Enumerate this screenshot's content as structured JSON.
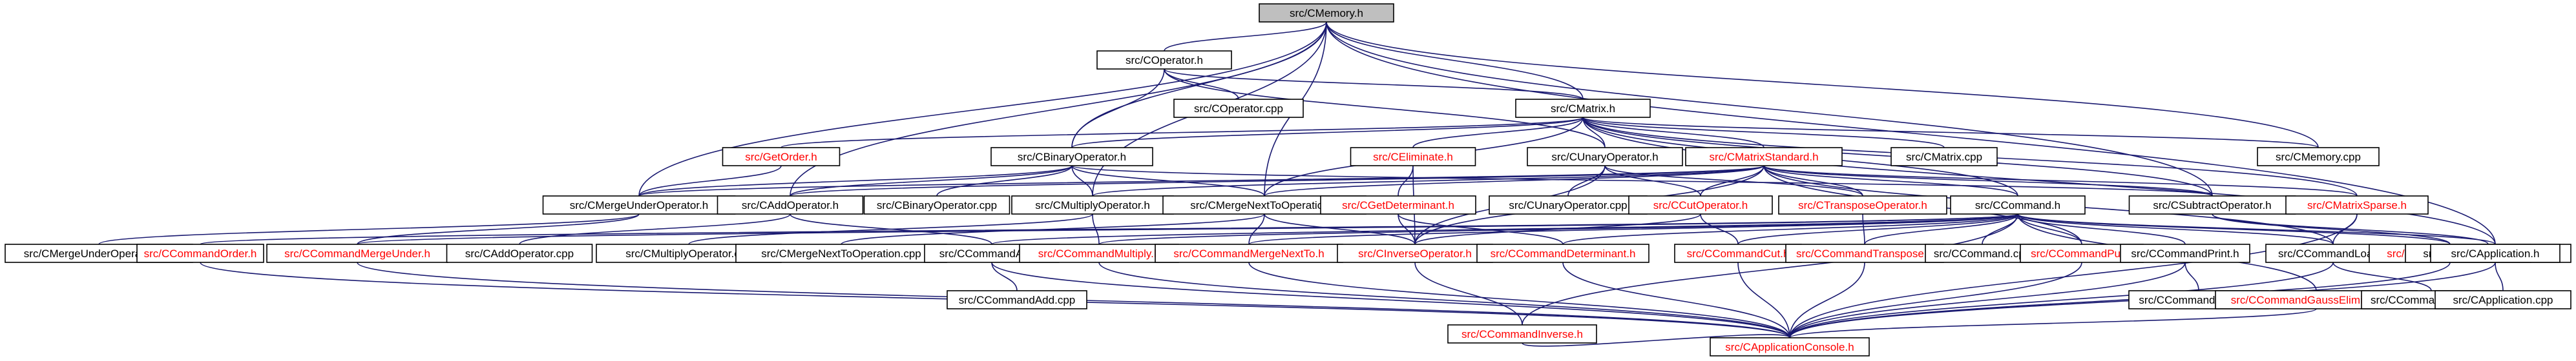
{
  "graph": {
    "colors": {
      "edge": "#191970",
      "node_fill": "#ffffff",
      "root_fill": "#bfbfbf",
      "text_default": "#000000",
      "text_highlight": "#ff0000"
    },
    "nodes": [
      {
        "id": "CMemory_h",
        "label": "src/CMemory.h",
        "root": true
      },
      {
        "id": "COperator_h",
        "label": "src/COperator.h"
      },
      {
        "id": "CMatrix_h",
        "label": "src/CMatrix.h"
      },
      {
        "id": "COperator_cpp",
        "label": "src/COperator.cpp"
      },
      {
        "id": "GetOrder_h",
        "label": "src/GetOrder.h",
        "red": true
      },
      {
        "id": "CBinaryOperator_h",
        "label": "src/CBinaryOperator.h"
      },
      {
        "id": "CEliminate_h",
        "label": "src/CEliminate.h",
        "red": true
      },
      {
        "id": "CUnaryOperator_h",
        "label": "src/CUnaryOperator.h"
      },
      {
        "id": "CMatrixStandard_h",
        "label": "src/CMatrixStandard.h",
        "red": true
      },
      {
        "id": "CMatrix_cpp",
        "label": "src/CMatrix.cpp"
      },
      {
        "id": "CMemory_cpp",
        "label": "src/CMemory.cpp"
      },
      {
        "id": "CMergeUnderOperator_h",
        "label": "src/CMergeUnderOperator.h"
      },
      {
        "id": "CAddOperator_h",
        "label": "src/CAddOperator.h"
      },
      {
        "id": "CBinaryOperator_cpp",
        "label": "src/CBinaryOperator.cpp"
      },
      {
        "id": "CMultiplyOperator_h",
        "label": "src/CMultiplyOperator.h"
      },
      {
        "id": "CMergeNextToOperation_h",
        "label": "src/CMergeNextToOperation.h"
      },
      {
        "id": "CGetDeterminant_h",
        "label": "src/CGetDeterminant.h",
        "red": true
      },
      {
        "id": "CUnaryOperator_cpp",
        "label": "src/CUnaryOperator.cpp"
      },
      {
        "id": "CCutOperator_h",
        "label": "src/CCutOperator.h",
        "red": true
      },
      {
        "id": "CTransposeOperator_h",
        "label": "src/CTransposeOperator.h",
        "red": true
      },
      {
        "id": "CCommand_h",
        "label": "src/CCommand.h"
      },
      {
        "id": "CSubtractOperator_h",
        "label": "src/CSubtractOperator.h"
      },
      {
        "id": "CMatrixSparse_h",
        "label": "src/CMatrixSparse.h",
        "red": true
      },
      {
        "id": "CMergeUnderOperator_cpp",
        "label": "src/CMergeUnderOperator.cpp"
      },
      {
        "id": "CCommandOrder_h",
        "label": "src/CCommandOrder.h",
        "red": true
      },
      {
        "id": "CCommandMergeUnder_h",
        "label": "src/CCommandMergeUnder.h",
        "red": true
      },
      {
        "id": "CAddOperator_cpp",
        "label": "src/CAddOperator.cpp"
      },
      {
        "id": "CMultiplyOperator_cpp",
        "label": "src/CMultiplyOperator.cpp"
      },
      {
        "id": "CMergeNextToOperation_cpp",
        "label": "src/CMergeNextToOperation.cpp"
      },
      {
        "id": "CCommandAdd_h",
        "label": "src/CCommandAdd.h"
      },
      {
        "id": "CCommandMultiply_h",
        "label": "src/CCommandMultiply.h",
        "red": true
      },
      {
        "id": "CCommandMergeNextTo_h",
        "label": "src/CCommandMergeNextTo.h",
        "red": true
      },
      {
        "id": "CInverseOperator_h",
        "label": "src/CInverseOperator.h",
        "red": true
      },
      {
        "id": "CCommandDeterminant_h",
        "label": "src/CCommandDeterminant.h",
        "red": true
      },
      {
        "id": "CCommandCut_h",
        "label": "src/CCommandCut.h",
        "red": true
      },
      {
        "id": "CCommandTranspose_h",
        "label": "src/CCommandTranspose.h",
        "red": true
      },
      {
        "id": "CCommand_cpp",
        "label": "src/CCommand.cpp"
      },
      {
        "id": "CCommandPut_h",
        "label": "src/CCommandPut.h",
        "red": true
      },
      {
        "id": "CCommandPrint_h",
        "label": "src/CCommandPrint.h"
      },
      {
        "id": "CCommandLoad_h",
        "label": "src/CCommandLoad.h"
      },
      {
        "id": "CCommandSubtract_h",
        "label": "src/CCommandSubtract.h",
        "red": true
      },
      {
        "id": "CSubtractOperator_cpp",
        "label": "src/CSubtractOperator.cpp"
      },
      {
        "id": "CApplication_h",
        "label": "src/CApplication.h"
      },
      {
        "id": "CCommandAdd_cpp",
        "label": "src/CCommandAdd.cpp"
      },
      {
        "id": "CCommandPrint_cpp",
        "label": "src/CCommandPrint.cpp"
      },
      {
        "id": "CCommandGaussElimination_h",
        "label": "src/CCommandGaussElimination.h",
        "red": true
      },
      {
        "id": "CCommandLoad_cpp",
        "label": "src/CCommandLoad.cpp"
      },
      {
        "id": "CApplication_cpp",
        "label": "src/CApplication.cpp"
      },
      {
        "id": "CCommandInverse_h",
        "label": "src/CCommandInverse.h",
        "red": true
      },
      {
        "id": "CApplicationConsole_h",
        "label": "src/CApplicationConsole.h",
        "red": true
      }
    ],
    "edges": [
      [
        "CMemory_h",
        "COperator_h"
      ],
      [
        "CMemory_h",
        "CMatrix_h"
      ],
      [
        "CMemory_h",
        "CBinaryOperator_h"
      ],
      [
        "CMemory_h",
        "CMergeUnderOperator_h"
      ],
      [
        "CMemory_h",
        "CAddOperator_h"
      ],
      [
        "CMemory_h",
        "CMultiplyOperator_h"
      ],
      [
        "CMemory_h",
        "CMergeNextToOperation_h"
      ],
      [
        "CMemory_h",
        "CMemory_cpp"
      ],
      [
        "CMemory_h",
        "CSubtractOperator_h"
      ],
      [
        "CMemory_h",
        "CApplication_h"
      ],
      [
        "COperator_h",
        "CMatrix_h"
      ],
      [
        "COperator_h",
        "COperator_cpp"
      ],
      [
        "COperator_h",
        "CBinaryOperator_h"
      ],
      [
        "COperator_h",
        "CUnaryOperator_h"
      ],
      [
        "CMatrix_h",
        "GetOrder_h"
      ],
      [
        "CMatrix_h",
        "CBinaryOperator_h"
      ],
      [
        "CMatrix_h",
        "CEliminate_h"
      ],
      [
        "CMatrix_h",
        "CUnaryOperator_h"
      ],
      [
        "CMatrix_h",
        "CMatrixStandard_h"
      ],
      [
        "CMatrix_h",
        "CMatrix_cpp"
      ],
      [
        "CMatrix_h",
        "CMemory_cpp"
      ],
      [
        "CMatrix_h",
        "CCommand_h"
      ],
      [
        "CMatrix_h",
        "CMatrixSparse_h"
      ],
      [
        "CMatrix_h",
        "CSubtractOperator_h"
      ],
      [
        "CMatrix_h",
        "CMergeNextToOperation_h"
      ],
      [
        "CMatrix_h",
        "CApplication_h"
      ],
      [
        "GetOrder_h",
        "CMergeUnderOperator_h"
      ],
      [
        "CBinaryOperator_h",
        "CMergeUnderOperator_h"
      ],
      [
        "CBinaryOperator_h",
        "CAddOperator_h"
      ],
      [
        "CBinaryOperator_h",
        "CBinaryOperator_cpp"
      ],
      [
        "CBinaryOperator_h",
        "CMultiplyOperator_h"
      ],
      [
        "CBinaryOperator_h",
        "CMergeNextToOperation_h"
      ],
      [
        "CBinaryOperator_h",
        "CSubtractOperator_h"
      ],
      [
        "CEliminate_h",
        "CGetDeterminant_h"
      ],
      [
        "CEliminate_h",
        "CInverseOperator_h"
      ],
      [
        "CUnaryOperator_h",
        "CUnaryOperator_cpp"
      ],
      [
        "CUnaryOperator_h",
        "CCutOperator_h"
      ],
      [
        "CUnaryOperator_h",
        "CTransposeOperator_h"
      ],
      [
        "CUnaryOperator_h",
        "CInverseOperator_h"
      ],
      [
        "CMatrixStandard_h",
        "CAddOperator_h"
      ],
      [
        "CMatrixStandard_h",
        "CMergeUnderOperator_h"
      ],
      [
        "CMatrixStandard_h",
        "CMultiplyOperator_h"
      ],
      [
        "CMatrixStandard_h",
        "CMergeNextToOperation_h"
      ],
      [
        "CMatrixStandard_h",
        "CCutOperator_h"
      ],
      [
        "CMatrixStandard_h",
        "CTransposeOperator_h"
      ],
      [
        "CMatrixStandard_h",
        "CCommand_h"
      ],
      [
        "CMatrixStandard_h",
        "CSubtractOperator_h"
      ],
      [
        "CMatrixStandard_h",
        "CMatrixSparse_h"
      ],
      [
        "CMatrixStandard_h",
        "CCommandPut_h"
      ],
      [
        "CMatrixStandard_h",
        "CCommandLoad_h"
      ],
      [
        "CMatrixStandard_h",
        "CInverseOperator_h"
      ],
      [
        "CMergeUnderOperator_h",
        "CMergeUnderOperator_cpp"
      ],
      [
        "CMergeUnderOperator_h",
        "CCommandMergeUnder_h"
      ],
      [
        "CAddOperator_h",
        "CAddOperator_cpp"
      ],
      [
        "CAddOperator_h",
        "CCommandAdd_h"
      ],
      [
        "CMultiplyOperator_h",
        "CMultiplyOperator_cpp"
      ],
      [
        "CMultiplyOperator_h",
        "CCommandMultiply_h"
      ],
      [
        "CMergeNextToOperation_h",
        "CMergeNextToOperation_cpp"
      ],
      [
        "CMergeNextToOperation_h",
        "CCommandMergeNextTo_h"
      ],
      [
        "CMergeNextToOperation_h",
        "CInverseOperator_h"
      ],
      [
        "CGetDeterminant_h",
        "CInverseOperator_h"
      ],
      [
        "CGetDeterminant_h",
        "CCommandDeterminant_h"
      ],
      [
        "CCutOperator_h",
        "CCommandCut_h"
      ],
      [
        "CCutOperator_h",
        "CInverseOperator_h"
      ],
      [
        "CTransposeOperator_h",
        "CCommandTranspose_h"
      ],
      [
        "CCommand_h",
        "CCommandOrder_h"
      ],
      [
        "CCommand_h",
        "CCommandMergeUnder_h"
      ],
      [
        "CCommand_h",
        "CCommandAdd_h"
      ],
      [
        "CCommand_h",
        "CCommandMultiply_h"
      ],
      [
        "CCommand_h",
        "CCommandMergeNextTo_h"
      ],
      [
        "CCommand_h",
        "CCommandDeterminant_h"
      ],
      [
        "CCommand_h",
        "CCommandCut_h"
      ],
      [
        "CCommand_h",
        "CCommandTranspose_h"
      ],
      [
        "CCommand_h",
        "CCommand_cpp"
      ],
      [
        "CCommand_h",
        "CCommandPut_h"
      ],
      [
        "CCommand_h",
        "CCommandPrint_h"
      ],
      [
        "CCommand_h",
        "CCommandLoad_h"
      ],
      [
        "CCommand_h",
        "CCommandSubtract_h"
      ],
      [
        "CCommand_h",
        "CCommandInverse_h"
      ],
      [
        "CCommand_h",
        "CCommandGaussElimination_h"
      ],
      [
        "CCommand_h",
        "CApplication_h"
      ],
      [
        "CSubtractOperator_h",
        "CSubtractOperator_cpp"
      ],
      [
        "CSubtractOperator_h",
        "CCommandSubtract_h"
      ],
      [
        "CMatrixSparse_h",
        "CCommandLoad_h"
      ],
      [
        "CMatrixSparse_h",
        "CApplicationConsole_h"
      ],
      [
        "CCommandOrder_h",
        "CApplicationConsole_h"
      ],
      [
        "CCommandMergeUnder_h",
        "CApplicationConsole_h"
      ],
      [
        "CCommandAdd_h",
        "CCommandAdd_cpp"
      ],
      [
        "CCommandAdd_h",
        "CApplicationConsole_h"
      ],
      [
        "CCommandMultiply_h",
        "CApplicationConsole_h"
      ],
      [
        "CCommandMergeNextTo_h",
        "CApplicationConsole_h"
      ],
      [
        "CInverseOperator_h",
        "CCommandInverse_h"
      ],
      [
        "CCommandDeterminant_h",
        "CApplicationConsole_h"
      ],
      [
        "CCommandCut_h",
        "CApplicationConsole_h"
      ],
      [
        "CCommandTranspose_h",
        "CApplicationConsole_h"
      ],
      [
        "CCommandPut_h",
        "CApplicationConsole_h"
      ],
      [
        "CCommandPrint_h",
        "CCommandPrint_cpp"
      ],
      [
        "CCommandPrint_h",
        "CApplicationConsole_h"
      ],
      [
        "CCommandLoad_h",
        "CCommandLoad_cpp"
      ],
      [
        "CCommandLoad_h",
        "CApplicationConsole_h"
      ],
      [
        "CCommandSubtract_h",
        "CApplicationConsole_h"
      ],
      [
        "CApplication_h",
        "CApplication_cpp"
      ],
      [
        "CApplication_h",
        "CApplicationConsole_h"
      ],
      [
        "CCommandGaussElimination_h",
        "CApplicationConsole_h"
      ],
      [
        "CCommandInverse_h",
        "CApplicationConsole_h"
      ]
    ]
  }
}
